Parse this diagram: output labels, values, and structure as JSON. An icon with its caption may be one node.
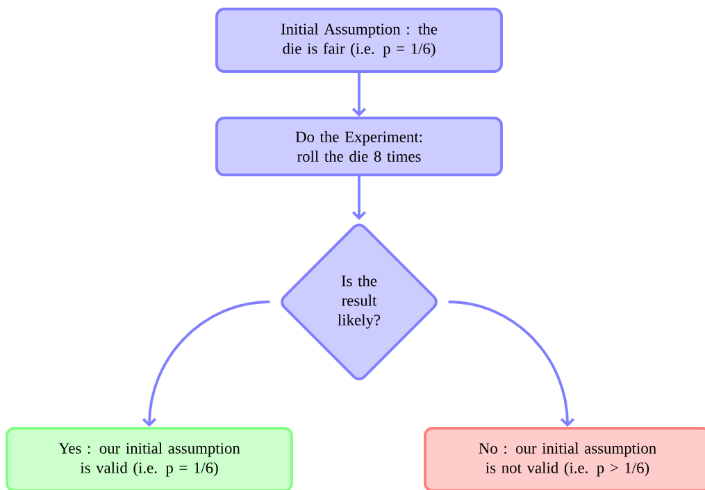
{
  "diagram": {
    "nodes": [
      {
        "text": [
          "Initial Assumption : the die is fair (i.e. p = 1/6)"
        ]
      },
      {
        "text": [
          "Do the Experiment: roll the die 8 times"
        ]
      },
      {
        "text": [
          "Is the result likely?"
        ]
      },
      {
        "text": [
          "Yes : our initial assumption is valid (i.e. p = 1/6)"
        ]
      },
      {
        "text": [
          "No : our initial assumption is not valid (i.e. p > 1/6)"
        ]
      }
    ],
    "edges": [
      {
        "from": 0,
        "to": 1,
        "arrow": "to"
      },
      {
        "from": 1,
        "to": 2,
        "arrow": "to"
      },
      {
        "from": 2,
        "to": 3,
        "arrow": "to"
      },
      {
        "from": 2,
        "to": 4,
        "arrow": "to"
      }
    ]
  }
}
